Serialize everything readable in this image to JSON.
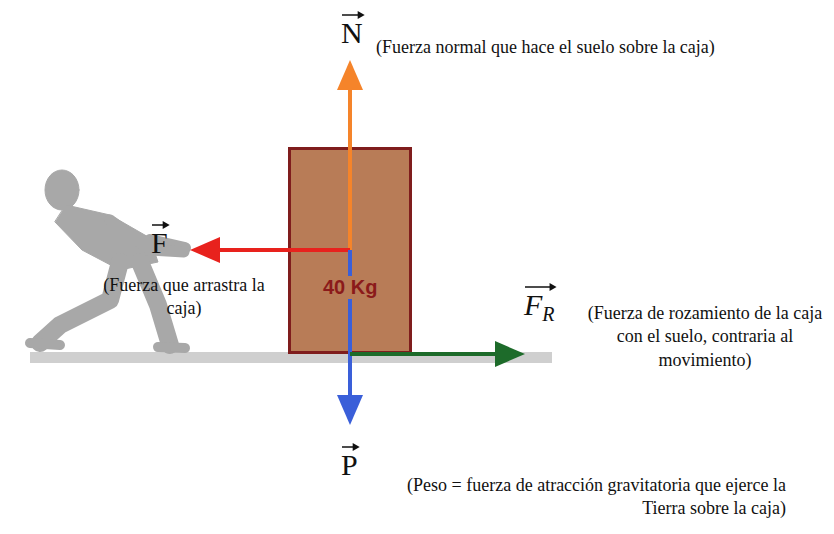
{
  "diagram": {
    "nodes": [
      {
        "text": [
          "40 Kg"
        ]
      }
    ],
    "labels": [
      "N",
      "(Fuerza normal que hace el suelo sobre la caja)",
      "F",
      "(Fuerza que arrastra la caja)",
      "FR",
      "(Fuerza de rozamiento de la caja con el suelo, contraria al movimiento)",
      "P",
      "(Peso = fuerza de atracción gravitatoria que ejerce la Tierra sobre la caja)"
    ]
  }
}
